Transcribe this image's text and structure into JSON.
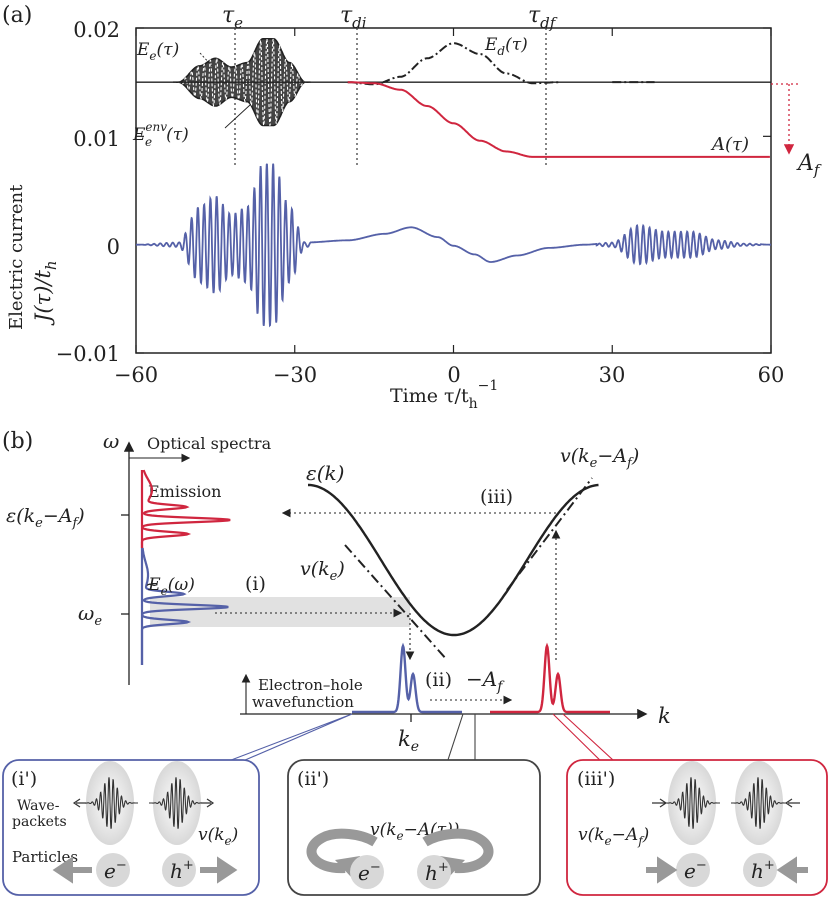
{
  "panel_a": {
    "label": "(a)",
    "y_axis_label_line1": "Electric current",
    "y_axis_label_line2": "J(τ)/t",
    "y_axis_label_sub": "h",
    "x_axis_label": "Time τ/t",
    "x_axis_label_sub": "h",
    "x_axis_label_sup": "−1",
    "tick_labels_y": [
      "0.02",
      "0.01",
      "0",
      "−0.01"
    ],
    "tick_labels_x": [
      "−60",
      "−30",
      "0",
      "30",
      "60"
    ],
    "time_marks": {
      "tau_e": "τ",
      "tau_e_sub": "e",
      "tau_di": "τ",
      "tau_di_sub": "di",
      "tau_df": "τ",
      "tau_df_sub": "df"
    },
    "annotations": {
      "Ee": "E",
      "Ee_sub": "e",
      "Ee_arg": "(τ)",
      "Eenv": "E",
      "Eenv_sub": "e",
      "Eenv_sup": "env",
      "Eenv_arg": "(τ)",
      "Ed": "E",
      "Ed_sub": "d",
      "Ed_arg": "(τ)",
      "A": "A(τ)",
      "Af": "A",
      "Af_sub": "f"
    },
    "colors": {
      "current": "#5561a8",
      "vector_potential": "#d0263f",
      "field": "#222222"
    }
  },
  "chart_data": {
    "type": "line",
    "title": "",
    "xlabel": "Time τ/t_h^−1",
    "ylabel": "Electric current J(τ)/t_h",
    "xlim": [
      -60,
      60
    ],
    "ylim": [
      -0.01,
      0.02
    ],
    "x_ticks": [
      -60,
      -30,
      0,
      30,
      60
    ],
    "y_ticks": [
      -0.01,
      0,
      0.01,
      0.02
    ],
    "markers": {
      "tau_e": -40,
      "tau_di": -18,
      "tau_df": 17.5
    },
    "series": [
      {
        "name": "J(τ)",
        "x": [
          -60,
          -52,
          -48,
          -45,
          -42,
          -39,
          -36,
          -34,
          -31,
          -28,
          -20,
          -13,
          -8,
          -3,
          0,
          4,
          7,
          12,
          18,
          25,
          30,
          35,
          40,
          45,
          50,
          55,
          60
        ],
        "envelope": [
          0,
          0.0002,
          0.0035,
          0.0045,
          0.0028,
          0.0035,
          0.0075,
          0.0075,
          0.0035,
          0.0002,
          0.0004,
          0.001,
          0.0016,
          0.0007,
          -0.0001,
          -0.0009,
          -0.0016,
          -0.001,
          -0.0003,
          0,
          0.0002,
          0.0018,
          0.0012,
          0.0012,
          0.0004,
          0.0001,
          0
        ]
      },
      {
        "name": "A(τ)",
        "x": [
          -60,
          -20,
          -15,
          -10,
          -5,
          0,
          5,
          10,
          15,
          20,
          30,
          60
        ],
        "values": [
          0.015,
          0.015,
          0.0149,
          0.0143,
          0.0128,
          0.0112,
          0.0096,
          0.0086,
          0.0081,
          0.0081,
          0.0081,
          0.0081
        ]
      },
      {
        "name": "E_d(τ)",
        "x": [
          -20,
          -15,
          -10,
          -5,
          0,
          5,
          10,
          15,
          20
        ],
        "values": [
          0.015,
          0.0148,
          0.0155,
          0.0172,
          0.0186,
          0.0176,
          0.0158,
          0.0149,
          0.015
        ]
      },
      {
        "name": "E_e(τ)",
        "x": [
          -52,
          -48,
          -45,
          -42,
          -39,
          -36,
          -34,
          -31,
          -28
        ],
        "envelope": [
          0,
          0.0015,
          0.0022,
          0.0014,
          0.0018,
          0.004,
          0.004,
          0.0018,
          0
        ]
      }
    ]
  },
  "panel_b": {
    "label": "(b)",
    "omega": "ω",
    "optical_spectra": "Optical spectra",
    "emission": "Emission",
    "eps_label": "ε(k",
    "eps_label_sub": "e",
    "eps_label_rest": "−A",
    "eps_label_rest_sub": "f",
    "omega_e": "ω",
    "omega_e_sub": "e",
    "Ee_omega": "E",
    "Ee_omega_sub": "e",
    "Ee_omega_arg": "(ω)",
    "band": "ε(k)",
    "v_ke": "v(k",
    "v_ke_sub": "e",
    "v_ke_af": "v(k",
    "v_ke_af_sub": "e",
    "v_ke_af_rest": "−A",
    "v_ke_af_rest_sub": "f",
    "step_i": "(i)",
    "step_ii": "(ii)",
    "minus_af": "−A",
    "minus_af_sub": "f",
    "step_iii": "(iii)",
    "wavefunction_line1": "Electron–hole",
    "wavefunction_line2": "wavefunction",
    "k": "k",
    "k_e": "k",
    "k_e_sub": "e"
  },
  "inset_i": {
    "label": "(i')",
    "wave": "Wave-",
    "packets": "packets",
    "particles": "Particles",
    "v": "v(k",
    "v_sub": "e",
    "electron": "e",
    "electron_sup": "−",
    "hole": "h",
    "hole_sup": "+",
    "border": "#5561a8"
  },
  "inset_ii": {
    "label": "(ii')",
    "v": "v(k",
    "v_sub": "e",
    "v_rest": "−A(τ))",
    "electron": "e",
    "electron_sup": "−",
    "hole": "h",
    "hole_sup": "+",
    "border": "#444444"
  },
  "inset_iii": {
    "label": "(iii')",
    "v": "v(k",
    "v_sub": "e",
    "v_rest": "−A",
    "v_rest_sub": "f",
    "electron": "e",
    "electron_sup": "−",
    "hole": "h",
    "hole_sup": "+",
    "border": "#d0263f"
  }
}
